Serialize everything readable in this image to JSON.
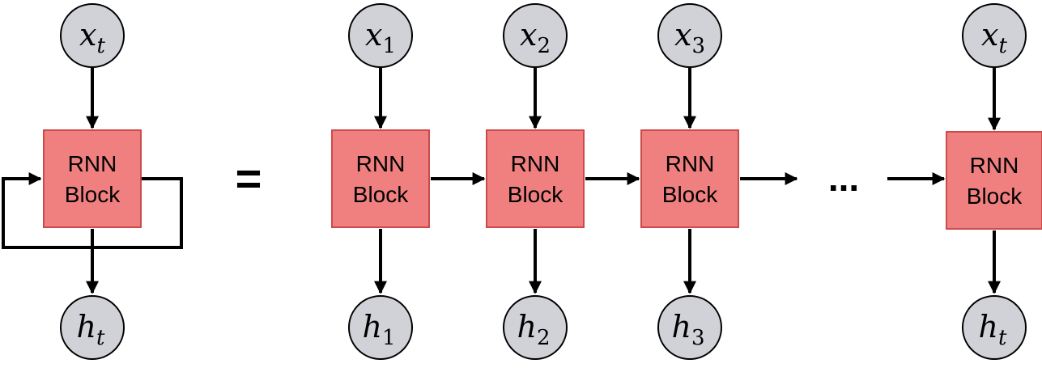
{
  "folded": {
    "input": {
      "var": "x",
      "sub": "t"
    },
    "block": {
      "line1": "RNN",
      "line2": "Block"
    },
    "output": {
      "var": "h",
      "sub": "t"
    }
  },
  "equals": "=",
  "ellipsis": "...",
  "unrolled": [
    {
      "input": {
        "var": "x",
        "sub": "1"
      },
      "block": {
        "line1": "RNN",
        "line2": "Block"
      },
      "output": {
        "var": "h",
        "sub": "1"
      }
    },
    {
      "input": {
        "var": "x",
        "sub": "2"
      },
      "block": {
        "line1": "RNN",
        "line2": "Block"
      },
      "output": {
        "var": "h",
        "sub": "2"
      }
    },
    {
      "input": {
        "var": "x",
        "sub": "3"
      },
      "block": {
        "line1": "RNN",
        "line2": "Block"
      },
      "output": {
        "var": "h",
        "sub": "3"
      }
    },
    {
      "input": {
        "var": "x",
        "sub": "t"
      },
      "block": {
        "line1": "RNN",
        "line2": "Block"
      },
      "output": {
        "var": "h",
        "sub": "t"
      }
    }
  ],
  "colors": {
    "block_fill": "#f08080",
    "block_stroke": "#cc4a4a",
    "node_fill": "#d0d2d7",
    "line": "#000000"
  }
}
